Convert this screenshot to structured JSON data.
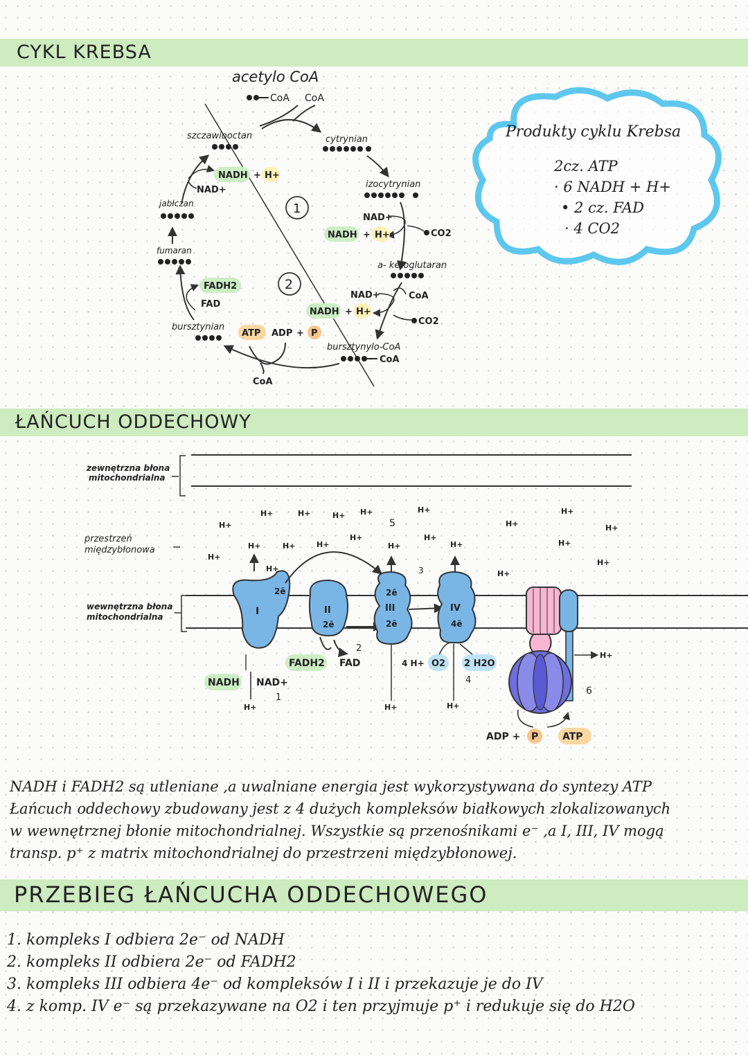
{
  "headings": {
    "krebs": "CYKL KREBSA",
    "chain": "ŁAŃCUCH ODDECHOWY",
    "course": "PRZEBIEG ŁAŃCUCHA ODDECHOWEGO"
  },
  "krebs": {
    "acetyl": "acetylo CoA",
    "acetyl_coa1": "CoA",
    "acetyl_coa2": "CoA",
    "oxaloacetate": "szczawiooctan",
    "citrate": "cytrynian",
    "isocitrate": "izocytrynian",
    "ketoglutarate": "a- ketoglutaran",
    "succinyl": "bursztynylo-CoA",
    "succinyl_coa": "CoA",
    "succinate": "bursztynian",
    "fumarate": "fumaran",
    "malate": "jabłczan",
    "nadh": "NADH",
    "nad": "NAD+",
    "hplus": "H+",
    "plus": "+",
    "co2": "CO2",
    "fadh2": "FADH2",
    "fad": "FAD",
    "atp": "ATP",
    "adp": "ADP",
    "p": "P",
    "coa": "CoA",
    "step1": "1",
    "step2": "2",
    "colors": {
      "nadh": "#cdeec5",
      "hplus": "#fdf1b8",
      "atp": "#fbd7a2",
      "p": "#f9c58c"
    }
  },
  "products": {
    "title": "Produkty cyklu Krebsa",
    "items": [
      "2cz. ATP",
      "· 6 NADH + H+",
      "• 2 cz. FAD",
      "· 4 CO2"
    ],
    "cloud_color": "#5ec7ee"
  },
  "chain": {
    "outer_membrane": [
      "zewnętrzna błona",
      "mitochondrialna"
    ],
    "intermembrane": [
      "przestrzeń",
      "międzybłonowa"
    ],
    "inner_membrane": [
      "wewnętrzna błona",
      "mitochondrialna"
    ],
    "hplus": "H+",
    "complex1": "I",
    "complex2": "II",
    "complex3": "III",
    "complex4": "IV",
    "e2": "2ē",
    "e4": "4ē",
    "nadh": "NADH",
    "nad": "NAD+",
    "fadh2": "FADH2",
    "fad": "FAD",
    "four_h": "4 H+",
    "o2": "O2",
    "h2o": "2 H2O",
    "adp": "ADP +",
    "p": "P",
    "atp": "ATP",
    "n1": "1",
    "n2": "2",
    "n3": "3",
    "n4": "4",
    "n5": "5",
    "n6": "6",
    "colors": {
      "complex": "#79b6e6",
      "synthase_head": "#6e6ee0",
      "synthase_stalk": "#f7b7d2"
    }
  },
  "paragraph": [
    "NADH i FADH2 są utleniane ,a uwalniane energia jest wykorzystywana do syntezy ATP",
    "Łańcuch oddechowy zbudowany jest z 4 dużych kompleksów białkowych zlokalizowanych",
    "w wewnętrznej błonie mitochondrialnej. Wszystkie są przenośnikami e⁻ ,a I, III, IV mogą",
    "transp. p⁺ z matrix mitochondrialnej do przestrzeni międzybłonowej."
  ],
  "steps": [
    "1. kompleks I odbiera 2e⁻ od NADH",
    "2. kompleks II odbiera 2e⁻ od FADH2",
    "3. kompleks III odbiera 4e⁻ od kompleksów I i II i przekazuje je do IV",
    "4. z komp. IV e⁻ są przekazywane na O2 i ten przyjmuje p⁺ i redukuje się do H2O"
  ]
}
